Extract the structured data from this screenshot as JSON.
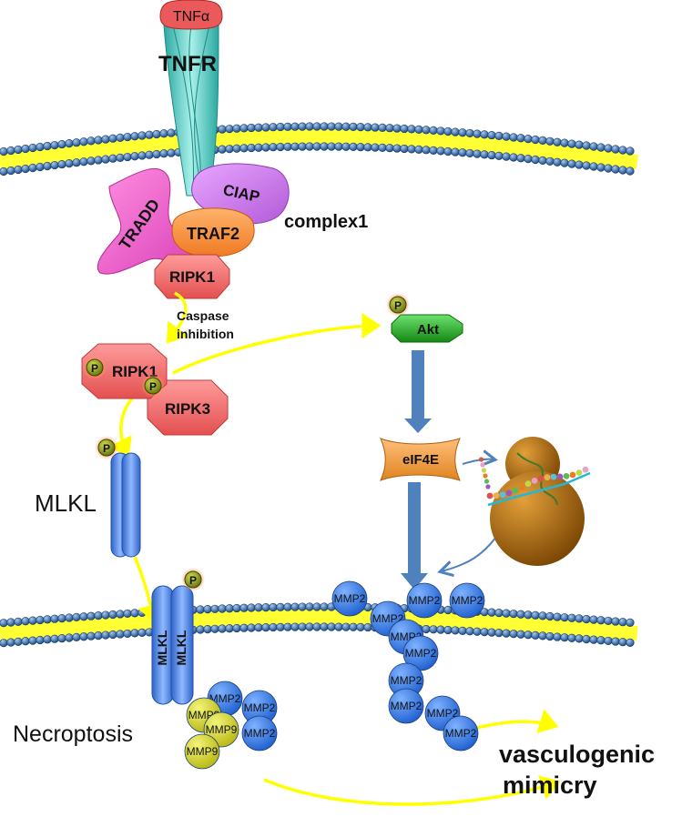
{
  "labels": {
    "tnfa": "TNFα",
    "tnfr": "TNFR",
    "ciap": "CIAP",
    "tradd": "TRADD",
    "traf2": "TRAF2",
    "ripk1_top": "RIPK1",
    "complex1": "complex1",
    "caspase_line1": "Caspase",
    "caspase_line2": "inhibition",
    "akt": "Akt",
    "ripk1_mid": "RIPK1",
    "ripk3": "RIPK3",
    "mlkl_cyto": "MLKL",
    "mlkl_mem_a": "MLKL",
    "mlkl_mem_b": "MLKL",
    "eif4e": "eIF4E",
    "necroptosis": "Necroptosis",
    "vm_line1": "vasculogenic",
    "vm_line2": "mimicry",
    "phospho": "P",
    "mmp2": "MMP2",
    "mmp9": "MMP9"
  },
  "colors": {
    "membrane_head": "#2f6aa8",
    "membrane_tail": "#ffff33",
    "arrow_yellow": "#ffff00",
    "arrow_blue": "#4f81bd",
    "ripk": "#f26d6d",
    "akt": "#22a022",
    "mmp2": "#3a7de0",
    "mmp9": "#d9d92a",
    "mlkl": "#4a86e8",
    "phospho": "#8a9a1a"
  }
}
